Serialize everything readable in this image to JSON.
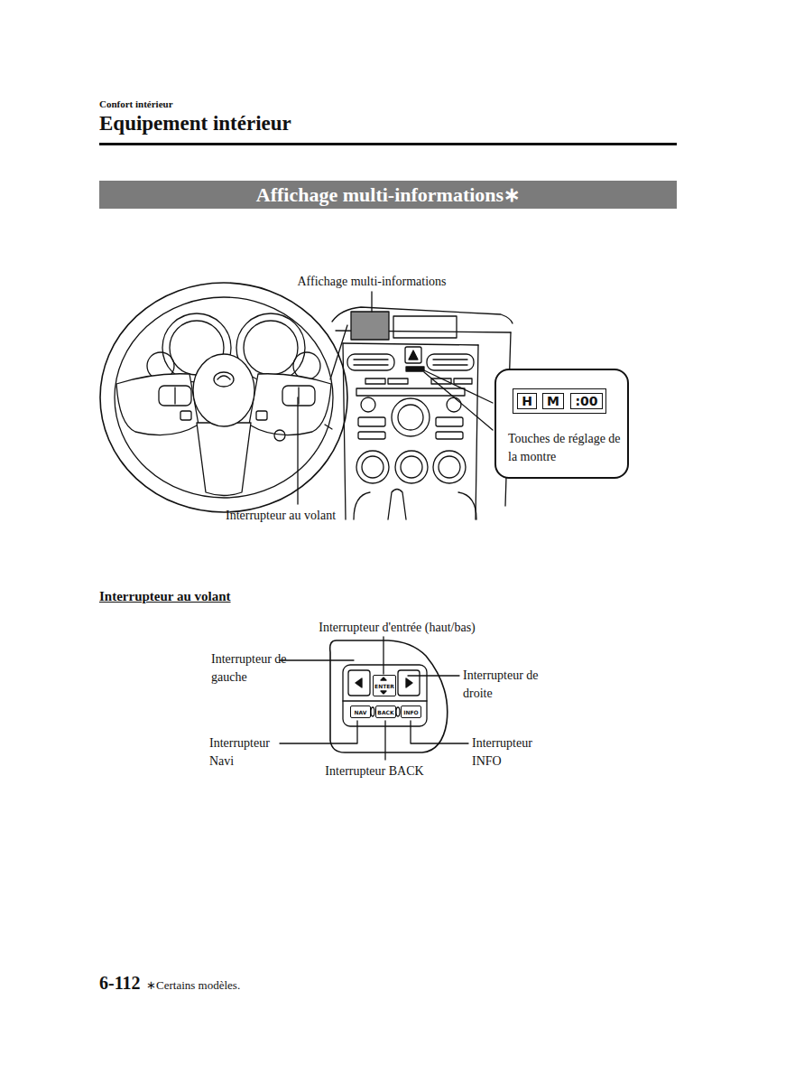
{
  "diagram": {
    "title": "Equipement intérieur",
    "nodes": [
      {
        "text": [
          "Affichage multi-informations∗"
        ]
      },
      {
        "text": [
          "Touches de réglage de la montre"
        ]
      },
      {
        "text": [
          "H"
        ],
        "in": 1
      },
      {
        "text": [
          "M"
        ],
        "in": 1
      },
      {
        "text": [
          ":00"
        ],
        "in": 1
      },
      {
        "text": [
          "ENTER"
        ]
      },
      {
        "text": [
          "NAV"
        ]
      },
      {
        "text": [
          "BACK"
        ]
      },
      {
        "text": [
          "INFO"
        ]
      }
    ],
    "labels": [
      "Confort intérieur",
      "Affichage multi-informations",
      "Interrupteur au volant",
      "Interrupteur au volant",
      "Interrupteur d'entrée (haut/bas)",
      "Interrupteur de gauche",
      "Interrupteur de droite",
      "Interrupteur Navi",
      "Interrupteur BACK",
      "Interrupteur INFO",
      "6-112",
      "∗Certains modèles."
    ]
  }
}
